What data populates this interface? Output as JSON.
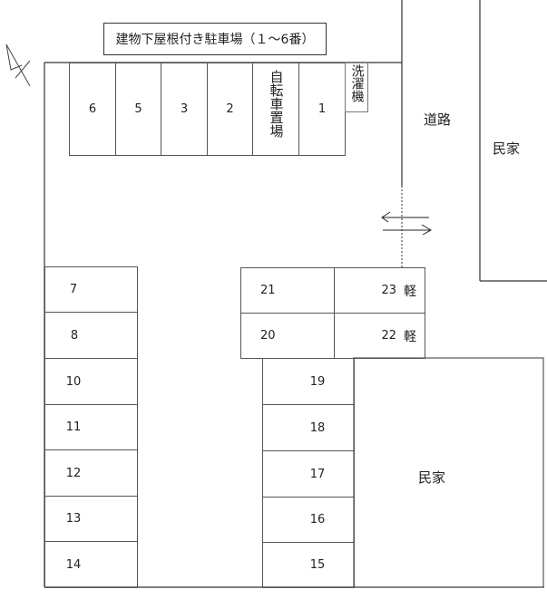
{
  "compass": {
    "icon": "north-arrow-icon"
  },
  "covered_area": {
    "title": "建物下屋根付き駐車場（１～6番）",
    "stalls": [
      {
        "label": "6"
      },
      {
        "label": "5"
      },
      {
        "label": "3"
      },
      {
        "label": "2"
      },
      {
        "label": "自転車置場",
        "type": "bicycle-parking"
      },
      {
        "label": "1"
      }
    ],
    "washer": {
      "label": "洗濯機"
    }
  },
  "road": {
    "label": "道路"
  },
  "entrance": {
    "arrows": [
      "arrow-left-icon",
      "arrow-right-icon"
    ]
  },
  "houses": [
    {
      "label": "民家"
    },
    {
      "label": "民家"
    }
  ],
  "left_column": [
    {
      "label": "7"
    },
    {
      "label": "8"
    },
    {
      "label": "10"
    },
    {
      "label": "11"
    },
    {
      "label": "12"
    },
    {
      "label": "13"
    },
    {
      "label": "14"
    }
  ],
  "island": [
    {
      "number": "21",
      "note": ""
    },
    {
      "number": "23",
      "note": "軽"
    },
    {
      "number": "20",
      "note": ""
    },
    {
      "number": "22",
      "note": "軽"
    }
  ],
  "center_column": [
    {
      "label": "19"
    },
    {
      "label": "18"
    },
    {
      "label": "17"
    },
    {
      "label": "16"
    },
    {
      "label": "15"
    }
  ]
}
